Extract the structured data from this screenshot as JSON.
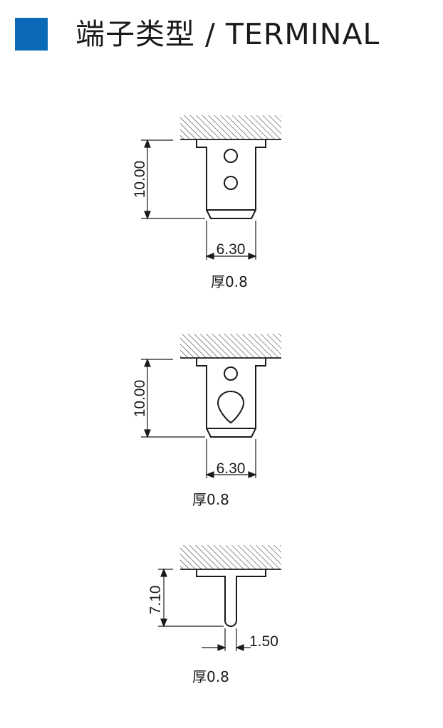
{
  "header": {
    "title": "端子类型 / TERMINAL",
    "accent_color": "#0a6ab8"
  },
  "diagrams": [
    {
      "id": "terminal-1",
      "height_dim": "10.00",
      "width_dim": "6.30",
      "thickness": "厚0.8"
    },
    {
      "id": "terminal-2",
      "height_dim": "10.00",
      "width_dim": "6.30",
      "thickness": "厚0.8"
    },
    {
      "id": "terminal-3",
      "height_dim": "7.10",
      "width_dim": "1.50",
      "thickness": "厚0.8"
    }
  ]
}
